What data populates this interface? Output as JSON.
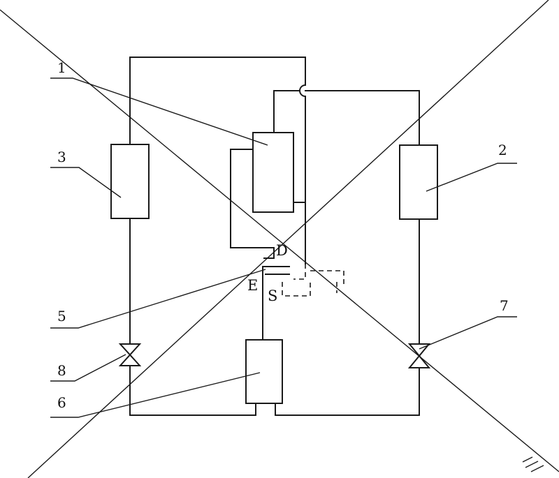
{
  "labels": {
    "n1": "1",
    "n2": "2",
    "n3": "3",
    "n5": "5",
    "n6": "6",
    "n7": "7",
    "n8": "8"
  },
  "pins": {
    "d": "D",
    "e": "E",
    "s": "S"
  },
  "colors": {
    "line": "#1a1a1a",
    "background": "#ffffff"
  }
}
